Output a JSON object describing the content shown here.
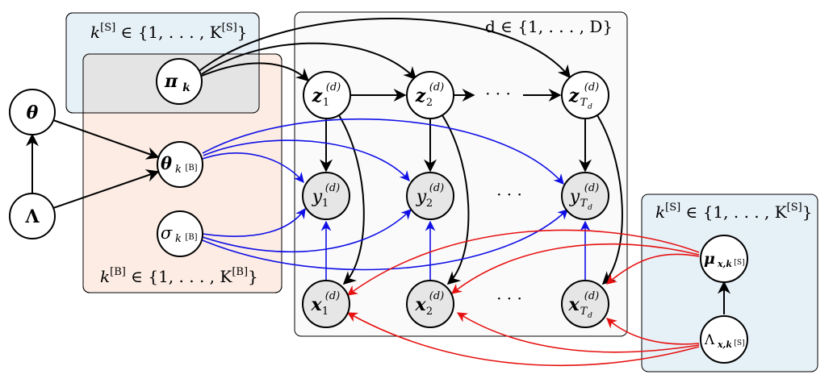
{
  "colors": {
    "plate_blue": "#e6f0f7",
    "plate_orange": "#fcebe1",
    "plate_gray": "#e4e4e4",
    "plate_doc": "#f9f9f9",
    "node_white": "#ffffff",
    "node_observed": "#e6e6e6",
    "edge_black": "#000000",
    "edge_blue": "#1010e6",
    "edge_red": "#e61010"
  },
  "plates": {
    "state_top": {
      "base": "k",
      "sup": "[S]",
      "rest": " ∈ {1, . . . , K",
      "sup2": "[S]",
      "end": "}"
    },
    "behavior": {
      "base": "k",
      "sup": "[B]",
      "rest": " ∈ {1, . . . , K",
      "sup2": "[B]",
      "end": "}"
    },
    "document": {
      "text": "d ∈ {1, . . . , D}"
    },
    "state_right": {
      "base": "k",
      "sup": "[S]",
      "rest": " ∈ {1, . . . , K",
      "sup2": "[S]",
      "end": "}"
    }
  },
  "nodes": {
    "theta": {
      "base": "θ"
    },
    "lambda": {
      "base": "Λ"
    },
    "pi_k": {
      "base": "π",
      "sub": "k"
    },
    "theta_kb": {
      "base": "θ",
      "sub": "k",
      "subsup": "[B]"
    },
    "sigma_kb": {
      "base": "σ",
      "sub": "k",
      "subsup": "[B]"
    },
    "z1": {
      "base": "z",
      "sub": "1",
      "sup": "(d)"
    },
    "z2": {
      "base": "z",
      "sub": "2",
      "sup": "(d)"
    },
    "zT": {
      "base": "z",
      "sub": "T",
      "subsub": "d",
      "sup": "(d)"
    },
    "y1": {
      "base": "y",
      "sub": "1",
      "sup": "(d)"
    },
    "y2": {
      "base": "y",
      "sub": "2",
      "sup": "(d)"
    },
    "yT": {
      "base": "y",
      "sub": "T",
      "subsub": "d",
      "sup": "(d)"
    },
    "x1": {
      "base": "x",
      "sub": "1",
      "sup": "(d)"
    },
    "x2": {
      "base": "x",
      "sub": "2",
      "sup": "(d)"
    },
    "xT": {
      "base": "x",
      "sub": "T",
      "subsub": "d",
      "sup": "(d)"
    },
    "mu_xk": {
      "base": "μ",
      "sub": "x,k",
      "subsup": "[S]"
    },
    "lambda_xk": {
      "base": "Λ",
      "sub": "x,k",
      "subsup": "[S]"
    }
  },
  "ellipses": {
    "z_row": "· · ·",
    "y_row": "· · ·",
    "x_row": "· · ·"
  }
}
